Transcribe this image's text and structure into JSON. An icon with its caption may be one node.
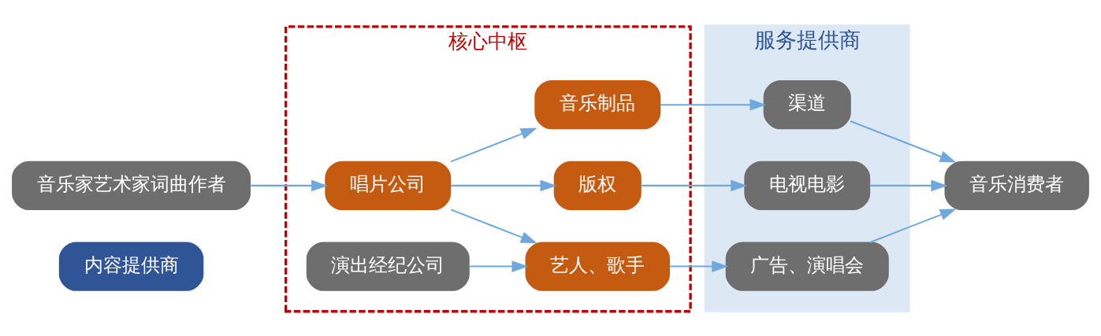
{
  "diagram": {
    "nodes": [
      {
        "text": [
          "内容提供商"
        ]
      },
      {
        "text": [
          "服务提供商"
        ]
      },
      {
        "text": [
          "核心中枢"
        ]
      },
      {
        "text": [
          "音乐家艺术家词曲作者"
        ]
      },
      {
        "text": [
          "唱片公司"
        ],
        "in": 2
      },
      {
        "text": [
          "演出经纪公司"
        ],
        "in": 2
      },
      {
        "text": [
          "音乐制品"
        ],
        "in": 2
      },
      {
        "text": [
          "版权"
        ],
        "in": 2
      },
      {
        "text": [
          "艺人、歌手"
        ],
        "in": 2
      },
      {
        "text": [
          "渠道"
        ],
        "in": 1
      },
      {
        "text": [
          "电视电影"
        ],
        "in": 1
      },
      {
        "text": [
          "广告、演唱会"
        ],
        "in": 1
      },
      {
        "text": [
          "音乐消费者"
        ]
      }
    ],
    "edges": [
      {
        "from": 3,
        "to": 4,
        "arrow": "to"
      },
      {
        "from": 4,
        "to": 6,
        "arrow": "to"
      },
      {
        "from": 4,
        "to": 7,
        "arrow": "to"
      },
      {
        "from": 4,
        "to": 8,
        "arrow": "to"
      },
      {
        "from": 5,
        "to": 8,
        "arrow": "to"
      },
      {
        "from": 6,
        "to": 9,
        "arrow": "to"
      },
      {
        "from": 7,
        "to": 10,
        "arrow": "to"
      },
      {
        "from": 8,
        "to": 11,
        "arrow": "to"
      },
      {
        "from": 9,
        "to": 12,
        "arrow": "to"
      },
      {
        "from": 10,
        "to": 12,
        "arrow": "to"
      },
      {
        "from": 11,
        "to": 12,
        "arrow": "to"
      }
    ]
  }
}
